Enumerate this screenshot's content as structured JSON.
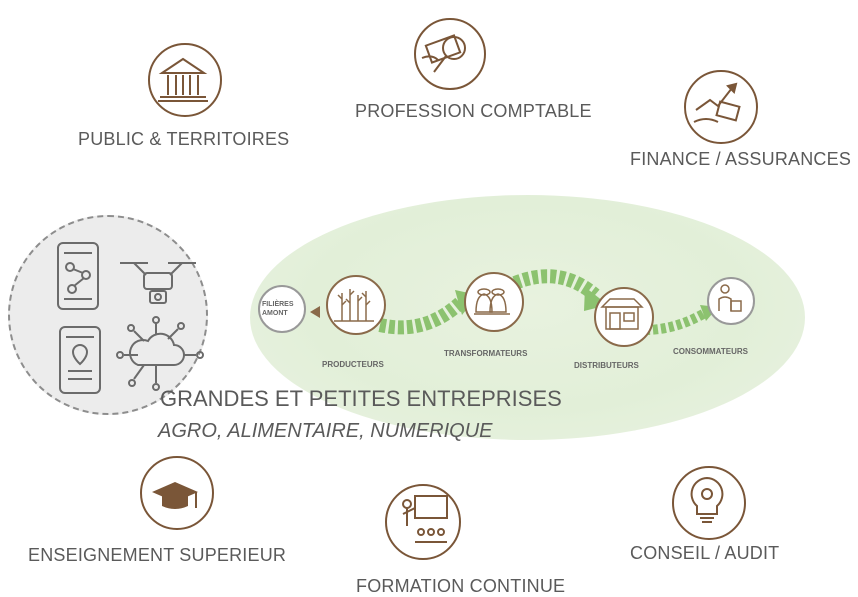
{
  "sectors": {
    "public": "PUBLIC & TERRITOIRES",
    "comptable": "PROFESSION COMPTABLE",
    "finance": "FINANCE / ASSURANCES",
    "enseignement": "ENSEIGNEMENT  SUPERIEUR",
    "formation": "FORMATION CONTINUE",
    "conseil": "CONSEIL / AUDIT"
  },
  "chain": {
    "upstream": "FILIÈRES AMONT",
    "producteurs": "PRODUCTEURS",
    "transformateurs": "TRANSFORMATEURS",
    "distributeurs": "DISTRIBUTEURS",
    "consommateurs": "CONSOMMATEURS"
  },
  "entreprises": {
    "title": "GRANDES ET PETITES ENTREPRISES",
    "subtitle": "AGRO, ALIMENTAIRE, NUMERIQUE"
  },
  "colors": {
    "brown": "#7a5638",
    "green": "#8cc26f",
    "ellipse": "#e2efd8",
    "text": "#5a5a5a"
  }
}
